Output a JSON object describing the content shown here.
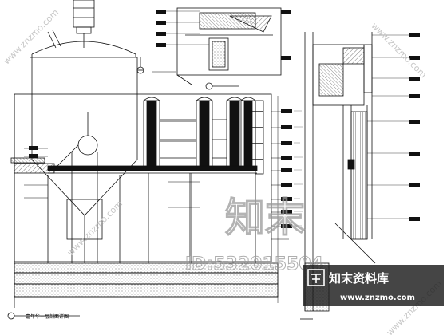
{
  "drawing": {
    "main_elevation_caption": "嘉年华一层剖面详图",
    "side_section_caption": "",
    "top_section_caption": ""
  },
  "watermark": {
    "logo_text": "知末",
    "id_text": "ID:532015504",
    "diagonal_text": "www.znzmo.com"
  },
  "branding": {
    "name": "知末资料库",
    "url": "www.znzmo.com"
  }
}
